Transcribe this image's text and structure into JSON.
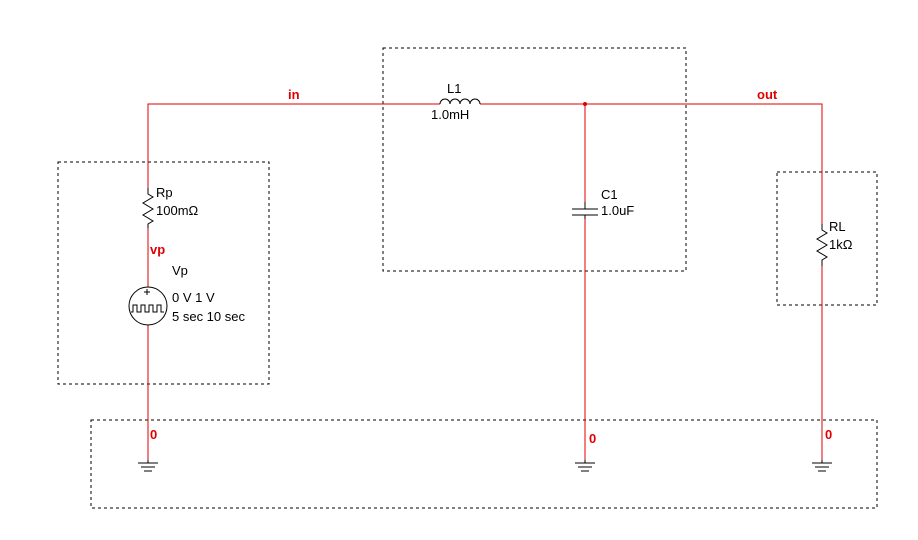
{
  "colors": {
    "wire": "#e00000",
    "component": "#000000",
    "background": "#ffffff"
  },
  "nets": {
    "in": "in",
    "out": "out",
    "vp": "vp",
    "ground_left": "0",
    "ground_mid": "0",
    "ground_right": "0"
  },
  "components": {
    "L1": {
      "ref": "L1",
      "value": "1.0mH"
    },
    "C1": {
      "ref": "C1",
      "value": "1.0uF"
    },
    "Rp": {
      "ref": "Rp",
      "value": "100mΩ"
    },
    "RL": {
      "ref": "RL",
      "value": "1kΩ"
    },
    "Vp": {
      "ref": "Vp",
      "line1": "0 V 1 V",
      "line2": "5 sec 10 sec"
    }
  }
}
